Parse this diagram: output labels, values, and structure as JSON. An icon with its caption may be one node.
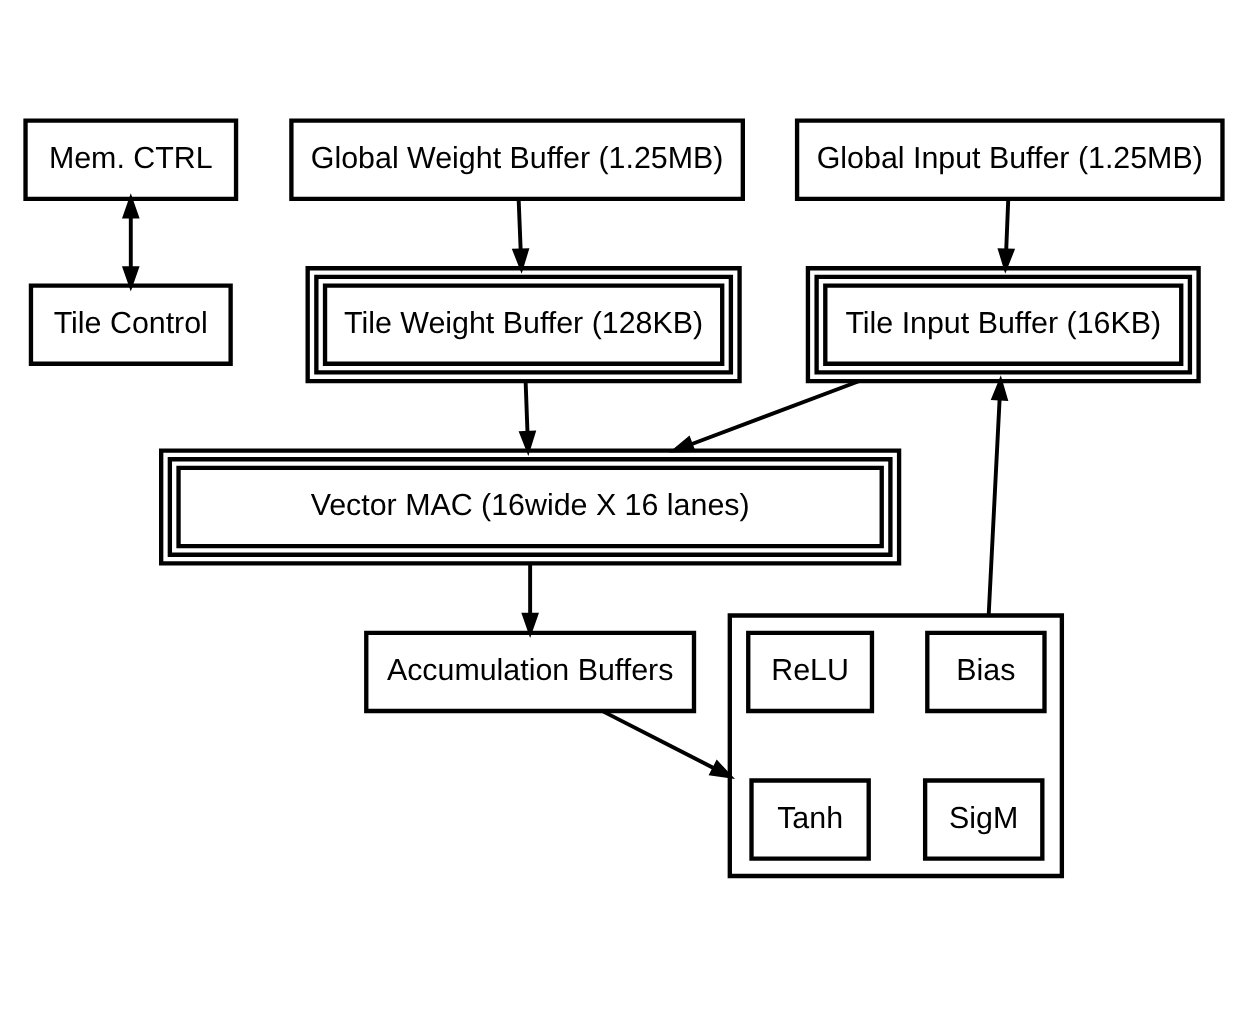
{
  "diagram": {
    "nodes": [
      {
        "text": [
          "Mem. CTRL"
        ]
      },
      {
        "text": [
          "Tile Control"
        ]
      },
      {
        "text": [
          "Global Input Buffer (1.25MB)"
        ]
      },
      {
        "text": [
          "Global Weight Buffer (1.25MB)"
        ]
      },
      {
        "text": [
          "Tile Input Buffer (16KB)"
        ]
      },
      {
        "text": [
          "Tile Weight Buffer (128KB)"
        ]
      },
      {
        "text": [
          "Vector MAC (16wide X 16 lanes)"
        ]
      },
      {
        "text": [
          "Accumulation Buffers"
        ]
      },
      {
        "text": [],
        "shape": "box"
      },
      {
        "text": [
          "Bias"
        ],
        "in": 8
      },
      {
        "text": [
          "ReLU"
        ],
        "in": 8
      },
      {
        "text": [
          "SigM"
        ],
        "in": 8
      },
      {
        "text": [
          "Tanh"
        ],
        "in": 8
      }
    ],
    "edges": [
      {
        "from": 0,
        "to": 1,
        "arrow": "both"
      },
      {
        "from": 2,
        "to": 4,
        "arrow": "to"
      },
      {
        "from": 3,
        "to": 5,
        "arrow": "to"
      },
      {
        "from": 4,
        "to": 6,
        "arrow": "to"
      },
      {
        "from": 5,
        "to": 6,
        "arrow": "to"
      },
      {
        "from": 6,
        "to": 7,
        "arrow": "to"
      },
      {
        "from": 7,
        "to": 8,
        "arrow": "to"
      },
      {
        "from": 8,
        "to": 4,
        "arrow": "to"
      }
    ]
  }
}
